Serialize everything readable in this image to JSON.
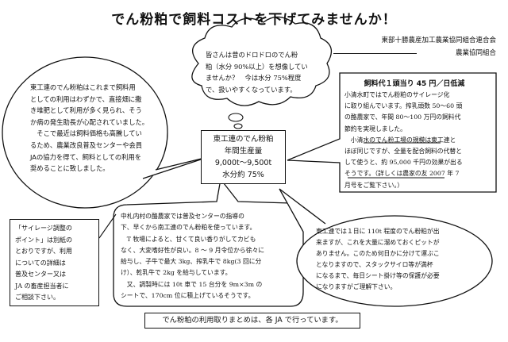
{
  "title": "でん粉粕で飼料コストを下げてみませんか！",
  "org": {
    "line1": "東部十勝農産加工農業協同組合連合会",
    "line2": "農業協同組合"
  },
  "left_bubble": [
    "東工連のでん粉粕はこれまで飼料用",
    "としての利用はわずかで、直接畑に撒",
    "き堆肥として利用が多く見られ、そう",
    "か病の発生助長が心配されていました。",
    "　そこで最近は飼料価格も高騰してい",
    "るため、農業改良普及センターや会員",
    "JAの協力を得て、飼料としての利用を",
    "奨めることに致しました。"
  ],
  "top_cloud": [
    "皆さんは昔のドロドロのでん粉",
    "粕（水分 90%以上）を想像してい",
    "ませんか？　今は水分 75%程度",
    "で、扱いやすくなっています。"
  ],
  "center_box": {
    "line1": "東工連のでん粉粕",
    "line2": "年間生産量",
    "line3": "9,000t～9,500t",
    "line4": "水分約 75%"
  },
  "right_box": {
    "heading": "飼料代１頭当り 45 円／日低減",
    "lines": [
      "小清水町ではでん粉粕のサイレージ化",
      "に取り組んでいます。搾乳頭数 50～60 頭",
      "の酪農家で、年間 80～100 万円の飼料代",
      "節約を実現しました。",
      "　小清水のでん粉工場の規模は東工連と",
      "ほぼ同じですが、全量を配合飼料の代替と",
      "して使うと、約 95,000 千円の効果が出る",
      "そうです。（詳しくは農家の友 2007 年 7",
      "月号をご覧下さい。）"
    ]
  },
  "side_box": [
    "「サイレージ調整の",
    "ポイント」は別紙の",
    "とおりですが、利用",
    "についての詳細は",
    "普及センター又は",
    "JA の畜産担当者に",
    "ご相談下さい。"
  ],
  "middle_bubble": [
    "中札内村の酪農家では普及センターの指導の",
    "下、早くから南工連のでん粉粕を使っています。",
    "　T 牧場によると、甘くて良い香りがしてカビも",
    "なく、大変嗜好性が良い。8 ～ 9 月令位から徐々に",
    "給与し、子牛で最大 3kg、搾乳牛で 8kg(3 回に分",
    "け）、乾乳牛で 2kg を給与しています。",
    "　又、調製時には 10t 車で 15 台分を 9m×3m の",
    "シートで、170cm 位に積上げているそうです。"
  ],
  "right_bubble": [
    "東工連では１日に 110t 程度のでん粉粕が出",
    "来ますが、これを大量に溜めておくピットが",
    "ありません。このため何日かに分けて運ぶこ",
    "となりますので、スタックサイロ等が満杯",
    "になるまで、毎日シート掛け等の保護が必要",
    "になりますがご理解下さい。"
  ],
  "bottom_box": "でん粉粕の利用取りまとめは、各 JA で行っています。"
}
